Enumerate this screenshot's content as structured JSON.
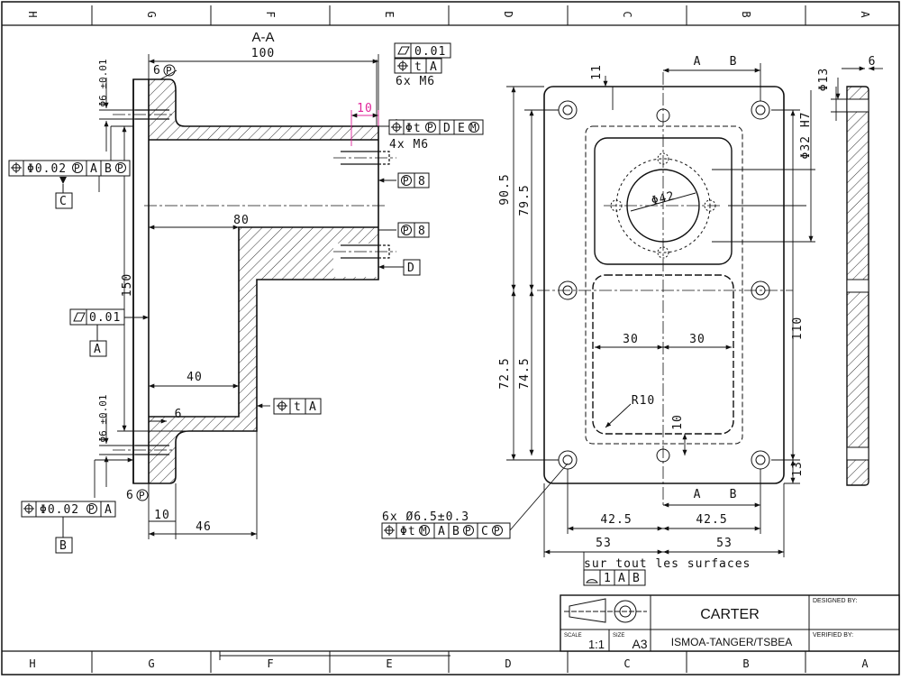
{
  "frame": {
    "top_zones": [
      "H",
      "G",
      "F",
      "E",
      "D",
      "C",
      "B",
      "A"
    ],
    "bottom_zones": [
      "H",
      "G",
      "F",
      "E",
      "D",
      "C",
      "B",
      "A"
    ]
  },
  "section": {
    "title": "A-A",
    "dims": {
      "d100": "100",
      "d80": "80",
      "d150": "150",
      "d40": "40",
      "d6": "6",
      "d10_bottom": "10",
      "d46": "46",
      "d10_top": "10",
      "dia6_top": "Φ6 ±0.01",
      "dia6_bottom": "Φ6 ±0.01"
    },
    "notes": {
      "six_m6": "6x M6",
      "four_m6": "4x M6",
      "p6_top": "6",
      "p6_bottom": "6",
      "p8_top": "8",
      "p8_bottom": "8"
    },
    "fcf": {
      "flat_top": "0.01",
      "pos_top": "t",
      "pos_top_ref": "A",
      "pos_e": "Φt",
      "pos_e_refs": [
        "D",
        "E"
      ],
      "pos_c": "Φ0.02",
      "pos_c_refs": [
        "A",
        "B"
      ],
      "flat_a": "0.01",
      "pos_ta": "t",
      "pos_ta_ref": "A",
      "pos_bottom": "Φ0.02",
      "pos_bottom_ref": "A"
    },
    "datums": {
      "c": "C",
      "a": "A",
      "d": "D",
      "b": "B"
    }
  },
  "plan": {
    "dims": {
      "d11": "11",
      "A": "A",
      "B": "B",
      "d90_5": "90.5",
      "d79_5": "79.5",
      "phi42": "Φ42",
      "d30_left": "30",
      "d30_right": "30",
      "R10": "R10",
      "d72_5": "72.5",
      "d74_5": "74.5",
      "d10": "10",
      "d110": "110",
      "d13": "13",
      "phi32h7": "Φ32 H7",
      "d42_5_left": "42.5",
      "d42_5_right": "42.5",
      "d53_left": "53",
      "d53_right": "53",
      "A_bottom": "A",
      "B_bottom": "B"
    },
    "notes": {
      "holes": "6x Ø6.5±0.3",
      "holes_fcf": "Φt",
      "holes_refs": [
        "A",
        "B",
        "C"
      ],
      "surf": "sur tout les surfaces",
      "profile_fcf": "1",
      "profile_refs": [
        "A",
        "B"
      ]
    }
  },
  "side": {
    "dims": {
      "phi13": "Φ13",
      "d6": "6"
    }
  },
  "title_block": {
    "part_name": "CARTER",
    "designer": "ISMOA-TANGER/TSBEA",
    "designed_by_label": "DESIGNED BY:",
    "verified_by_label": "VERIFIED BY:",
    "scale_label": "SCALE",
    "scale_value": "1:1",
    "size_label": "SIZE",
    "size_value": "A3"
  }
}
